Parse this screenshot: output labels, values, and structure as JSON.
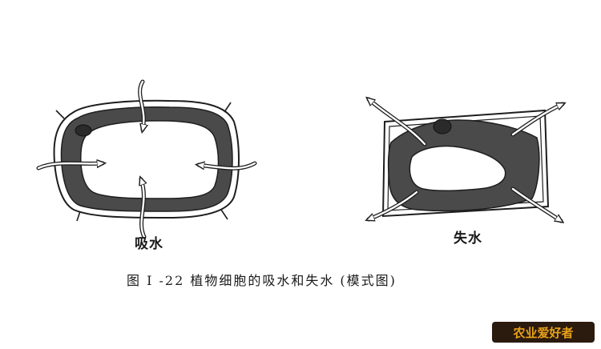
{
  "diagram": {
    "left_cell_label": "吸水",
    "right_cell_label": "失水",
    "caption": "图 I -22   植物细胞的吸水和失水 (模式图)"
  },
  "colors": {
    "cytoplasm": "#4a4a4a",
    "outline": "#1e1e1e",
    "arrow_fill": "#ffffff",
    "watermark_primary": "#e8a21a",
    "watermark_accent": "#c0392b"
  },
  "watermark": {
    "text": "农业爱好者"
  }
}
